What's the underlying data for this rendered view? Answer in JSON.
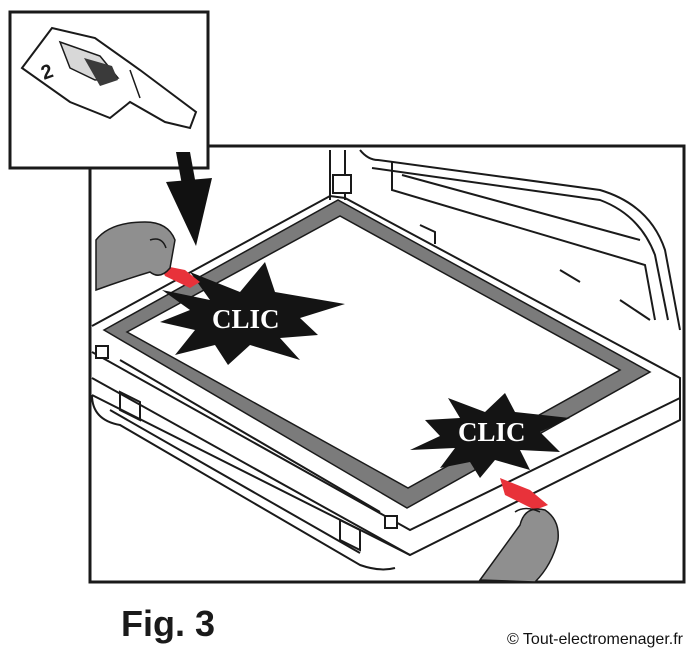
{
  "figure": {
    "label": "Fig. 3",
    "copyright": "© Tout-electromenager.fr"
  },
  "callouts": {
    "clic_left": "CLIC",
    "clic_right": "CLIC"
  },
  "inset": {
    "part_number": "2"
  },
  "colors": {
    "tab": "#e8323a",
    "glass_border": "#7b7b7b",
    "burst": "#141414",
    "hand": "#8f8f8f",
    "line": "#1a1a1a"
  }
}
